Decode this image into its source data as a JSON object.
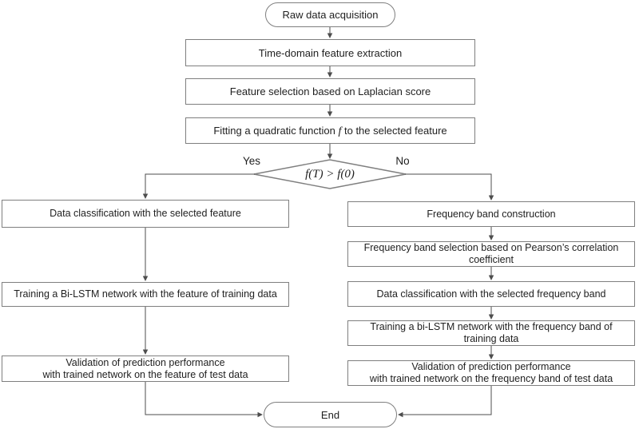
{
  "flowchart": {
    "start_label": "Raw data acquisition",
    "steps": [
      {
        "label": "Time-domain feature extraction"
      },
      {
        "label": "Feature selection based on Laplacian score"
      },
      {
        "prefix": "Fitting a quadratic function",
        "math": "f",
        "suffix": "to the selected feature"
      }
    ],
    "decision": {
      "condition": "f(T) > f(0)",
      "yes_label": "Yes",
      "no_label": "No"
    },
    "left_branch": [
      {
        "label": "Data classification with the selected feature"
      },
      {
        "label": "Training a Bi-LSTM network with the feature of training data"
      },
      {
        "label": "Validation of prediction performance\nwith trained network on the feature of test data"
      }
    ],
    "right_branch": [
      {
        "label": "Frequency band construction"
      },
      {
        "label": "Frequency band selection based on Pearson’s correlation\ncoefficient"
      },
      {
        "label": "Data classification with the selected frequency band"
      },
      {
        "label": "Training a bi-LSTM network with the frequency band of\ntraining data"
      },
      {
        "label": "Validation of prediction performance\nwith trained network on the frequency band of test data"
      }
    ],
    "end_label": "End",
    "colors": {
      "border": "#7f7f7f",
      "line": "#4d4d4d",
      "text": "#1f1f1f",
      "background": "#ffffff"
    }
  }
}
